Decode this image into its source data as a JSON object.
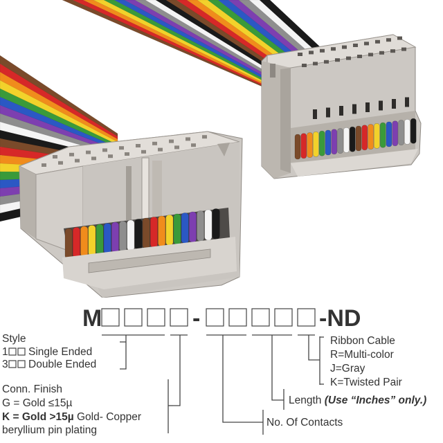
{
  "part_code": {
    "prefix": "M",
    "dash": "-",
    "suffix": "-ND"
  },
  "style": {
    "heading": "Style",
    "single_prefix": "1",
    "single_label": "Single Ended",
    "double_prefix": "3",
    "double_label": "Double Ended"
  },
  "finish": {
    "heading": "Conn. Finish",
    "gold_low": "G = Gold ≤15µ",
    "gold_high_bold": "K = Gold >15µ",
    "gold_high_rest": " Gold- Copper",
    "gold_high_line2": "beryllium pin plating"
  },
  "contacts": {
    "label": "No. Of Contacts"
  },
  "length": {
    "label": "Length ",
    "note": "(Use “Inches” only.)"
  },
  "cable": {
    "heading": "Ribbon Cable",
    "multi": "R=Multi-color",
    "gray": "J=Gray",
    "twisted": "K=Twisted Pair"
  },
  "colors": {
    "housing": "#cdc9c4",
    "housing_dark": "#aba69f",
    "housing_light": "#e2ded9",
    "ribbon": [
      "#7a4a2a",
      "#d62828",
      "#f08c1c",
      "#f2d22b",
      "#3a9a3a",
      "#2b58c4",
      "#7d3fb0",
      "#8e8e8e",
      "#f4f4f4",
      "#1a1a1a"
    ]
  }
}
